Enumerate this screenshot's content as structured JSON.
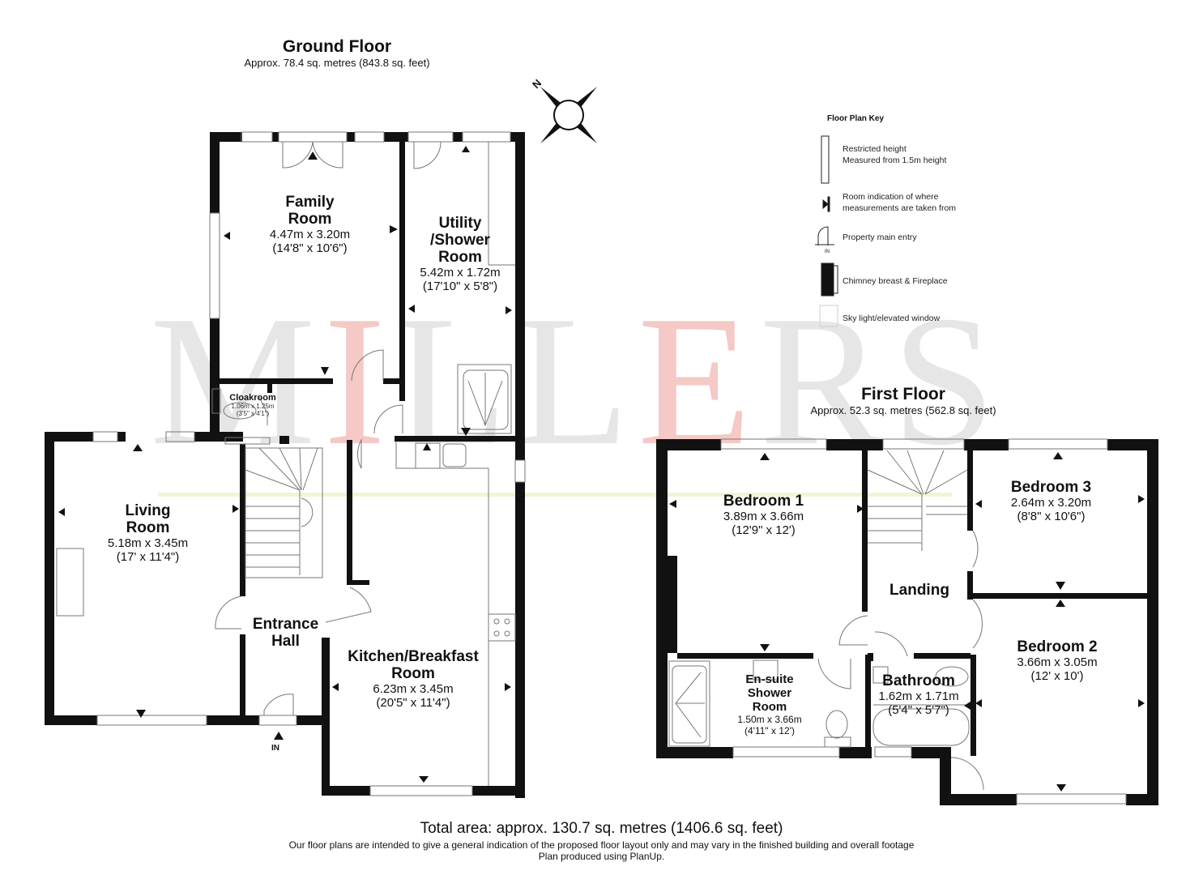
{
  "watermark": {
    "letters": [
      "M",
      "I",
      "L",
      "L",
      "E",
      "R",
      "S"
    ],
    "accent_index": [
      1,
      4
    ]
  },
  "ground_floor": {
    "title": "Ground Floor",
    "area": "Approx. 78.4 sq. metres (843.8 sq. feet)",
    "rooms": {
      "family": {
        "name_l1": "Family",
        "name_l2": "Room",
        "metric": "4.47m x 3.20m",
        "imperial": "(14'8\" x 10'6\")"
      },
      "utility": {
        "name_l1": "Utility",
        "name_l2": "/Shower",
        "name_l3": "Room",
        "metric": "5.42m x 1.72m",
        "imperial": "(17'10\" x 5'8\")"
      },
      "cloakroom": {
        "name": "Cloakroom",
        "metric": "1.06m x 1.25m",
        "imperial": "(3'5\" x 4'1\")"
      },
      "living": {
        "name_l1": "Living",
        "name_l2": "Room",
        "metric": "5.18m x 3.45m",
        "imperial": "(17' x 11'4\")"
      },
      "entrance": {
        "name_l1": "Entrance",
        "name_l2": "Hall"
      },
      "kitchen": {
        "name_l1": "Kitchen/Breakfast",
        "name_l2": "Room",
        "metric": "6.23m x 3.45m",
        "imperial": "(20'5\" x 11'4\")"
      }
    },
    "entry_label": "IN"
  },
  "first_floor": {
    "title": "First Floor",
    "area": "Approx. 52.3 sq. metres (562.8 sq. feet)",
    "rooms": {
      "bedroom1": {
        "name": "Bedroom 1",
        "metric": "3.89m x 3.66m",
        "imperial": "(12'9\" x 12')"
      },
      "bedroom3": {
        "name": "Bedroom 3",
        "metric": "2.64m x 3.20m",
        "imperial": "(8'8\" x 10'6\")"
      },
      "landing": {
        "name": "Landing"
      },
      "bedroom2": {
        "name": "Bedroom 2",
        "metric": "3.66m x 3.05m",
        "imperial": "(12' x 10')"
      },
      "ensuite": {
        "name_l1": "En-suite",
        "name_l2": "Shower",
        "name_l3": "Room",
        "metric": "1.50m x 3.66m",
        "imperial": "(4'11\" x 12')"
      },
      "bathroom": {
        "name": "Bathroom",
        "metric": "1.62m x 1.71m",
        "imperial": "(5'4\" x 5'7\")"
      }
    }
  },
  "compass": {
    "label": "N"
  },
  "key": {
    "title": "Floor Plan Key",
    "items": [
      {
        "icon": "restricted-height-icon",
        "line1": "Restricted height",
        "line2": "Measured from 1.5m height"
      },
      {
        "icon": "measurement-marker-icon",
        "line1": "Room indication of where",
        "line2": "measurements are taken from"
      },
      {
        "icon": "main-entry-icon",
        "line1": "Property main entry",
        "line2": ""
      },
      {
        "icon": "chimney-icon",
        "line1": "Chimney breast & Fireplace",
        "line2": ""
      },
      {
        "icon": "skylight-icon",
        "line1": "Sky light/elevated window",
        "line2": ""
      }
    ],
    "entry_icon_label": "IN"
  },
  "footer": {
    "total": "Total area: approx. 130.7 sq. metres (1406.6 sq. feet)",
    "disclaimer": "Our floor plans are intended to give a general indication of the proposed floor layout only and may vary  in the finished building and overall footage",
    "credit": "Plan produced using PlanUp."
  },
  "colors": {
    "wall": "#111111",
    "watermark_grey": "#e6e6e6",
    "watermark_red": "#f4c9c6",
    "guide_line": "#eef3c8"
  }
}
